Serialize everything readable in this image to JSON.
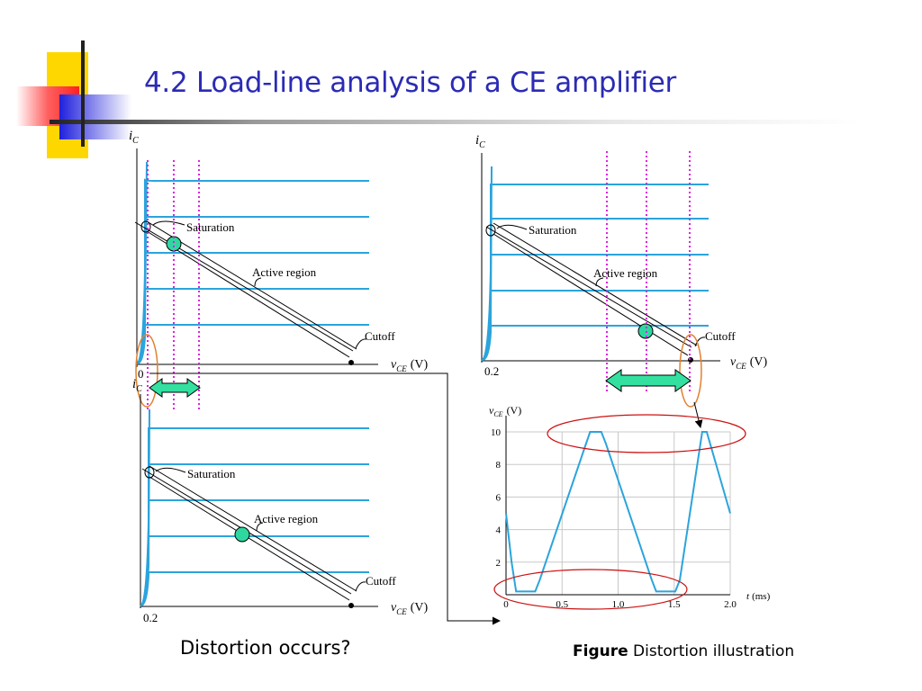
{
  "slide": {
    "title": "4.2 Load-line analysis of a CE amplifier",
    "caption_left": "Distortion occurs?",
    "figure_caption_bold": "Figure",
    "figure_caption_text": "Distortion illustration"
  },
  "plots": {
    "y_label_main": "i",
    "y_label_sub": "C",
    "x_label_main": "v",
    "x_label_sub": "CE",
    "x_label_unit": "(V)",
    "saturation": "Saturation",
    "active": "Active region",
    "cutoff": "Cutoff",
    "tick_02": "0.2",
    "tick_0": "0"
  },
  "colors": {
    "title": "#2b2bb5",
    "curve": "#2ba4dc",
    "q_point": "#2fd7a0",
    "dotted": "#dd22dd",
    "ellipse": "#cc1111",
    "orange_ellipse": "#e08030",
    "arrow_fill": "#33e0a0"
  },
  "chart_data": {
    "type": "line",
    "xlabel_main": "t",
    "xlabel_unit": "(ms)",
    "ylabel_main": "v",
    "ylabel_sub": "CE",
    "ylabel_unit": "(V)",
    "xlim": [
      0,
      2.0
    ],
    "ylim": [
      0,
      10
    ],
    "x_ticks": [
      "0",
      "0.5",
      "1.0",
      "1.5",
      "2.0"
    ],
    "y_ticks": [
      "2",
      "4",
      "6",
      "8",
      "10"
    ],
    "grid": true,
    "series": [
      {
        "x": [
          0,
          0.05,
          0.09,
          0.26,
          0.3,
          0.71,
          0.75,
          0.85,
          0.89,
          1.3,
          1.34,
          1.51,
          1.55,
          1.75,
          1.79,
          2.0
        ],
        "y": [
          5,
          2,
          0.2,
          0.2,
          0.9,
          9.2,
          10,
          10,
          9.3,
          0.9,
          0.2,
          0.2,
          0.9,
          10,
          10,
          5
        ]
      }
    ]
  }
}
